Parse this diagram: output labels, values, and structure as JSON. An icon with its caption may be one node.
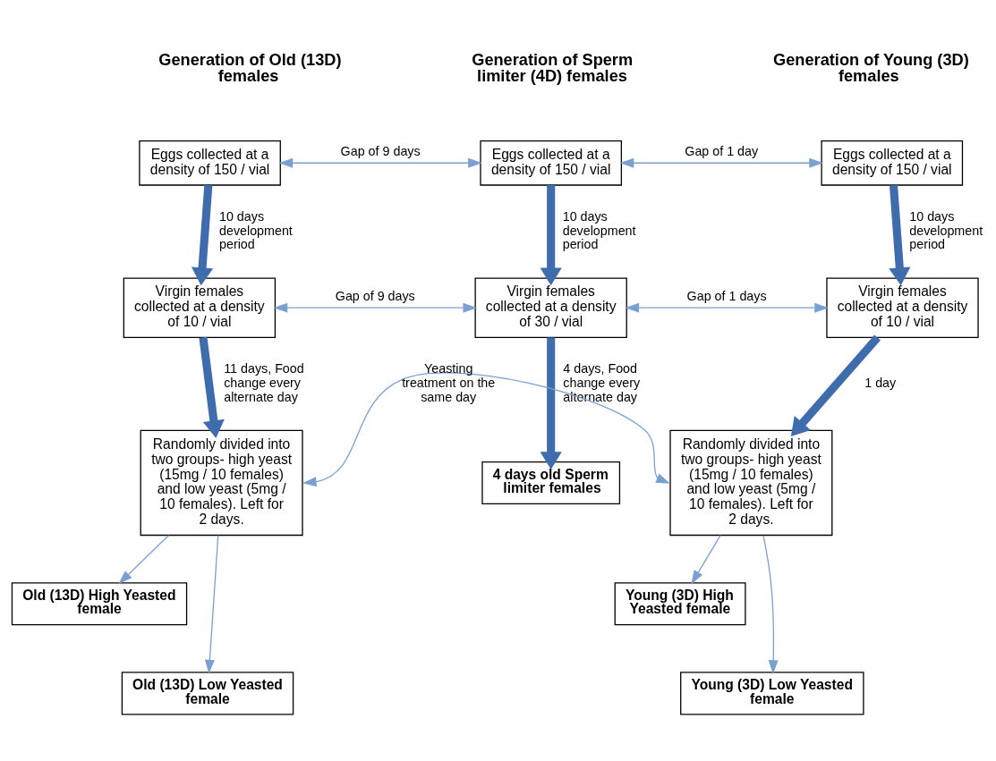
{
  "diagram": {
    "nodes": [
      {
        "text": [
          "Eggs collected at a density of 150 / vial"
        ]
      },
      {
        "text": [
          "Eggs collected at a density of 150 / vial"
        ]
      },
      {
        "text": [
          "Eggs collected at a density of 150 / vial"
        ]
      },
      {
        "text": [
          "Virgin females collected at a density of 10 / vial"
        ]
      },
      {
        "text": [
          "Virgin females collected at a density of 30 / vial"
        ]
      },
      {
        "text": [
          "Virgin females collected at a density of 10 / vial"
        ]
      },
      {
        "text": [
          "Randomly divided into two groups- high yeast (15mg / 10 females) and low yeast (5mg / 10 females). Left for 2 days."
        ]
      },
      {
        "text": [
          "4 days old Sperm limiter females"
        ]
      },
      {
        "text": [
          "Randomly divided into two groups- high yeast (15mg / 10 females) and low yeast (5mg / 10 females). Left for 2 days."
        ]
      },
      {
        "text": [
          "Old (13D) High Yeasted female"
        ]
      },
      {
        "text": [
          "Old (13D) Low Yeasted female"
        ]
      },
      {
        "text": [
          "Young (3D) High Yeasted female"
        ]
      },
      {
        "text": [
          "Young (3D) Low Yeasted female"
        ]
      }
    ],
    "edges": [
      {
        "from": 0,
        "to": 1,
        "arrow": "both",
        "label": "Gap of 9 days"
      },
      {
        "from": 1,
        "to": 2,
        "arrow": "both",
        "label": "Gap of 1 day"
      },
      {
        "from": 0,
        "to": 3,
        "arrow": "to",
        "label": "10 days development period",
        "style": "thick",
        "color": "#3f6cad"
      },
      {
        "from": 1,
        "to": 4,
        "arrow": "to",
        "label": "10 days development period",
        "style": "thick",
        "color": "#3f6cad"
      },
      {
        "from": 2,
        "to": 5,
        "arrow": "to",
        "label": "10 days development period",
        "style": "thick",
        "color": "#3f6cad"
      },
      {
        "from": 3,
        "to": 4,
        "arrow": "both",
        "label": "Gap of 9 days"
      },
      {
        "from": 4,
        "to": 5,
        "arrow": "both",
        "label": "Gap of 1 days"
      },
      {
        "from": 3,
        "to": 6,
        "arrow": "to",
        "label": "11 days, Food change every alternate day",
        "style": "thick",
        "color": "#3f6cad"
      },
      {
        "from": 4,
        "to": 7,
        "arrow": "to",
        "label": "4 days, Food change every alternate day",
        "style": "thick",
        "color": "#3f6cad"
      },
      {
        "from": 5,
        "to": 8,
        "arrow": "to",
        "label": "1 day",
        "style": "thick",
        "color": "#3f6cad"
      },
      {
        "from": 6,
        "to": 8,
        "arrow": "both",
        "label": "Yeasting treatment on the same day"
      },
      {
        "from": 6,
        "to": 9,
        "arrow": "to"
      },
      {
        "from": 6,
        "to": 10,
        "arrow": "to"
      },
      {
        "from": 8,
        "to": 11,
        "arrow": "to"
      },
      {
        "from": 8,
        "to": 12,
        "arrow": "to"
      }
    ],
    "labels": [
      "Generation of Old (13D) females",
      "Generation of Sperm limiter (4D) females",
      "Generation of Young (3D) females"
    ]
  }
}
